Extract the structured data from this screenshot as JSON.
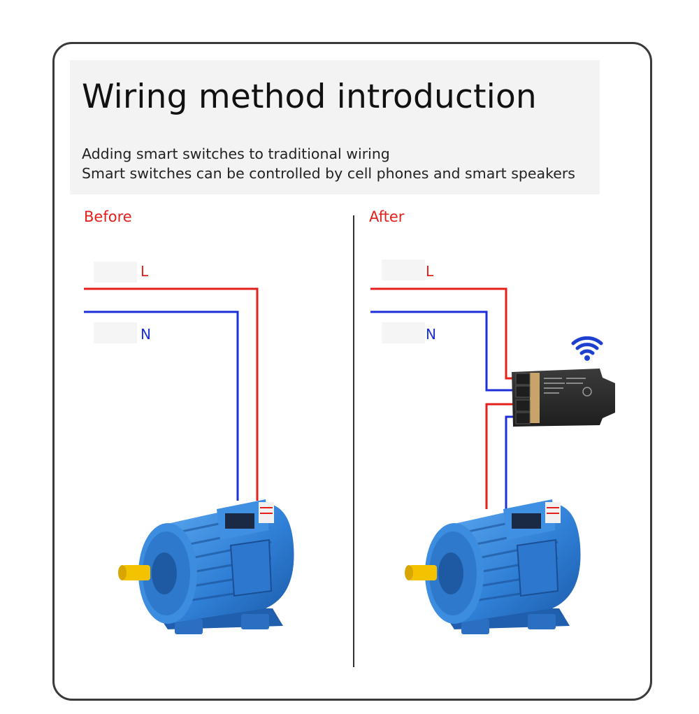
{
  "header": {
    "title": "Wiring method introduction",
    "subtitle_line1": "Adding smart switches to traditional wiring",
    "subtitle_line2": "Smart switches can be controlled by cell phones and smart speakers"
  },
  "panels": {
    "before": {
      "label": "Before",
      "live_label": "L",
      "neutral_label": "N"
    },
    "after": {
      "label": "After",
      "live_label": "L",
      "neutral_label": "N"
    }
  },
  "colors": {
    "live_wire": "#e3201b",
    "neutral_wire": "#1c2fd8",
    "motor_body": "#2f7fd6",
    "switch_body": "#2b2b2b",
    "wifi": "#1c3fd0"
  },
  "icons": {
    "motor": "electric-motor-icon",
    "switch": "smart-switch-module-icon",
    "wifi": "wifi-signal-icon"
  }
}
